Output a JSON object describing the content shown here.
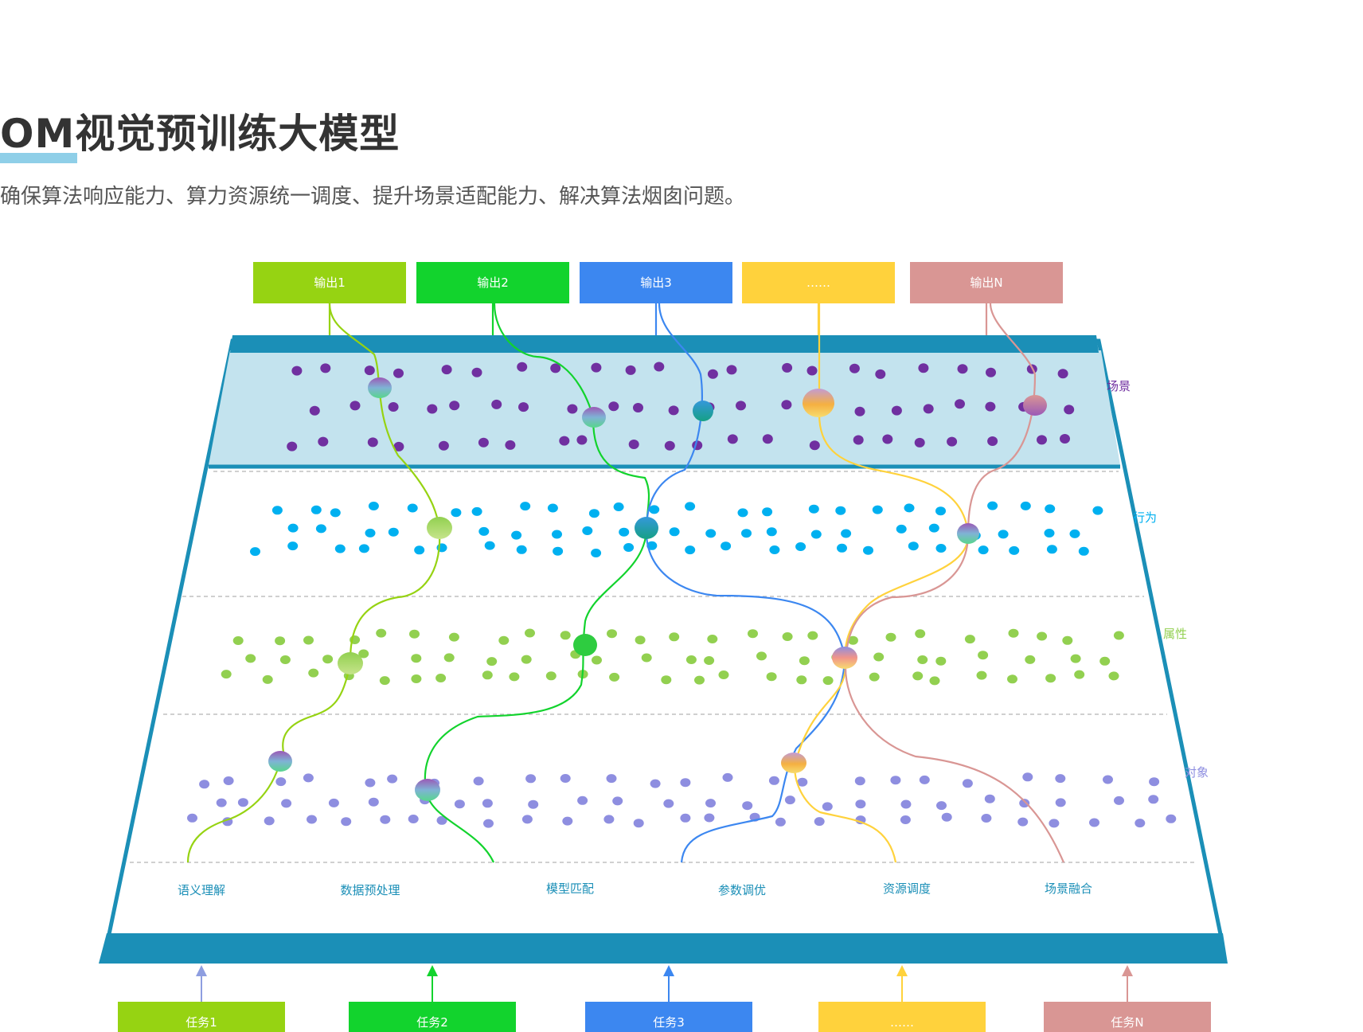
{
  "header": {
    "title": "OM视觉预训练大模型",
    "subtitle": "确保算法响应能力、算力资源统一调度、提升场景适配能力、解决算法烟囱问题。"
  },
  "colors": {
    "lime": "#96d312",
    "green": "#12d32d",
    "blue": "#3c87f0",
    "yellow": "#ffd23c",
    "pink": "#d99694",
    "frame": "#1b8fb7",
    "scene_band": "#c3e3ee",
    "scene_dot": "#7030a0",
    "behavior_dot": "#00b0f0",
    "attribute_dot": "#92d050",
    "object_dot": "#8e8ee0"
  },
  "outputs": [
    {
      "label": "输出1",
      "color": "#96d312"
    },
    {
      "label": "输出2",
      "color": "#12d32d"
    },
    {
      "label": "输出3",
      "color": "#3c87f0"
    },
    {
      "label": "……",
      "color": "#ffd23c"
    },
    {
      "label": "输出N",
      "color": "#d99694"
    }
  ],
  "tasks": [
    {
      "label": "任务1",
      "color": "#96d312",
      "arrow": "#8e9ee0"
    },
    {
      "label": "任务2",
      "color": "#12d32d",
      "arrow": "#12d32d"
    },
    {
      "label": "任务3",
      "color": "#3c87f0",
      "arrow": "#3c87f0"
    },
    {
      "label": "……",
      "color": "#ffd23c",
      "arrow": "#ffd23c"
    },
    {
      "label": "任务N",
      "color": "#d99694",
      "arrow": "#d99694"
    }
  ],
  "layers": [
    {
      "label": "场景",
      "color": "#7030a0"
    },
    {
      "label": "行为",
      "color": "#00b0f0"
    },
    {
      "label": "属性",
      "color": "#92d050"
    },
    {
      "label": "对象",
      "color": "#8e8ee0"
    }
  ],
  "capabilities": [
    "语义理解",
    "数据预处理",
    "模型匹配",
    "参数调优",
    "资源调度",
    "场景融合"
  ]
}
